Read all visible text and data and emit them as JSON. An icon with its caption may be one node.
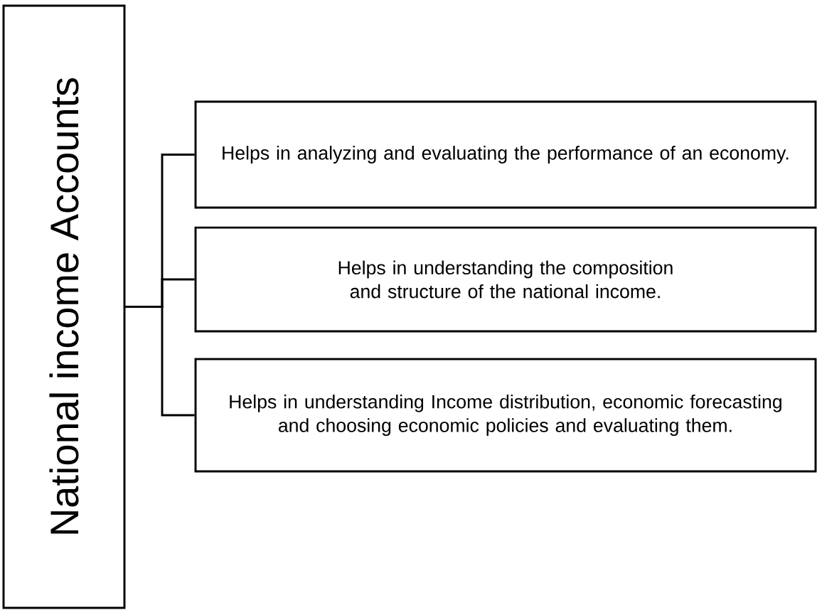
{
  "diagram": {
    "nodes": [
      {
        "text": [
          "National income Accounts"
        ]
      },
      {
        "text": [
          "Helps in analyzing and evaluating the performance of an economy."
        ]
      },
      {
        "text": [
          "Helps in understanding  the composition and structure of the national income."
        ]
      },
      {
        "text": [
          "Helps in understanding Income distribution, economic forecasting and choosing economic policies and evaluating them."
        ]
      }
    ],
    "edges": [
      {
        "from": 0,
        "to": 1,
        "arrow": "none"
      },
      {
        "from": 0,
        "to": 2,
        "arrow": "none"
      },
      {
        "from": 0,
        "to": 3,
        "arrow": "none"
      }
    ]
  }
}
